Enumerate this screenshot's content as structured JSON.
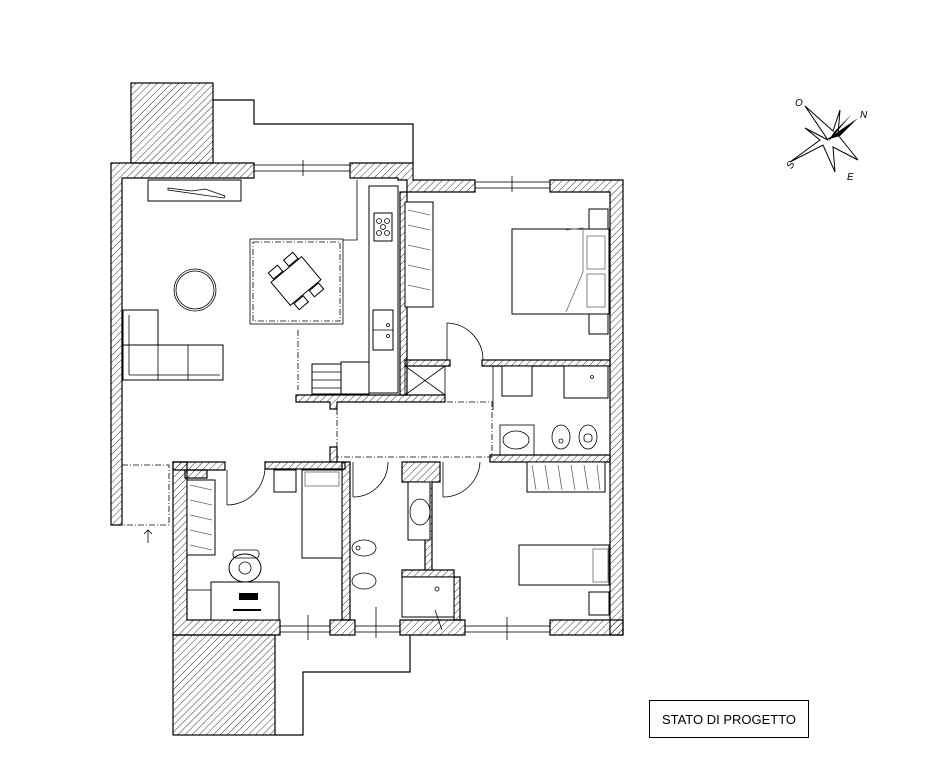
{
  "drawing": {
    "title_label": "STATO DI PROGETTO"
  },
  "compass": {
    "north": "N",
    "south": "S",
    "east": "E",
    "west": "O"
  },
  "colors": {
    "line": "#000000",
    "background": "#ffffff"
  }
}
